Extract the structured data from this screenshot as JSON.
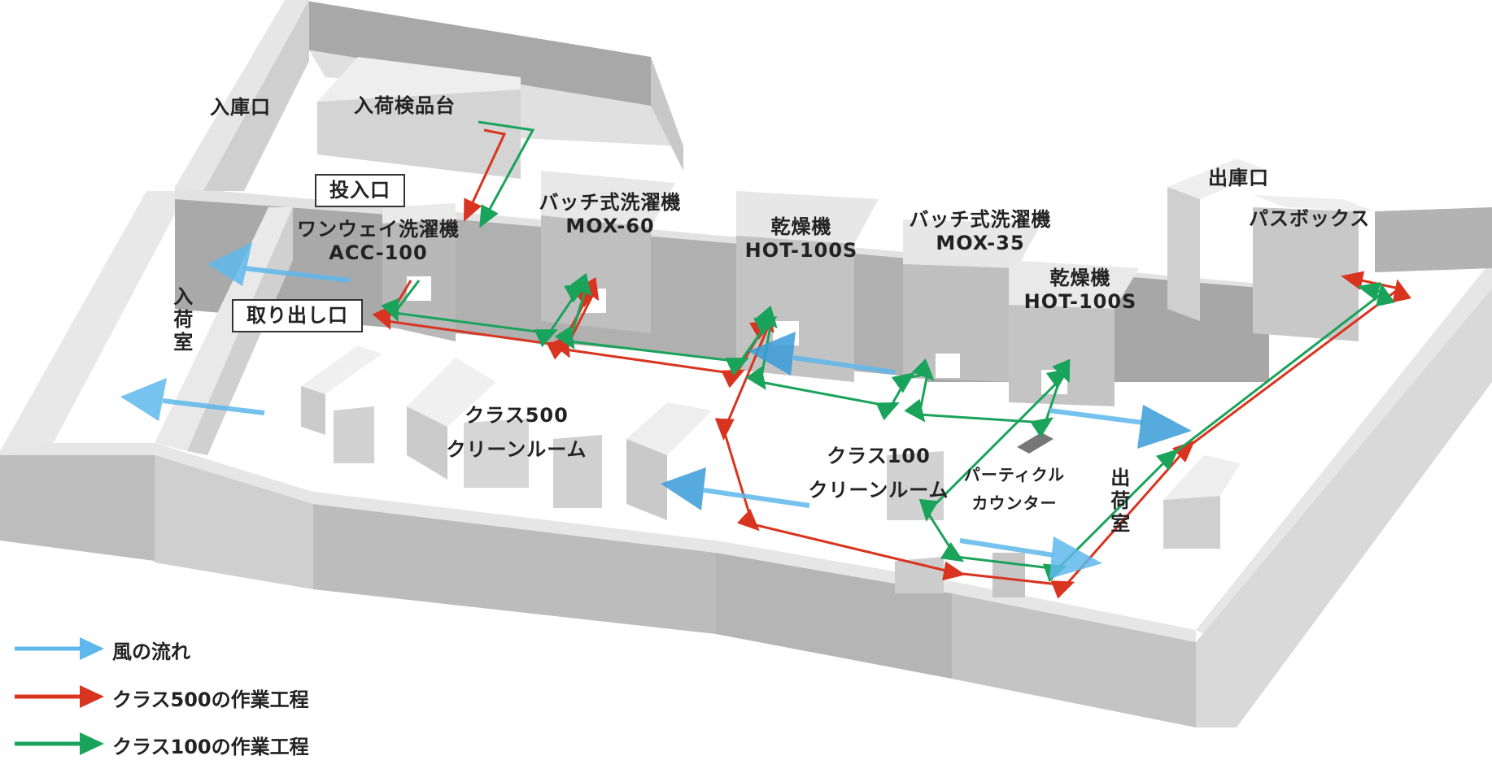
{
  "colors": {
    "wall_top": "#c8c8c8",
    "wall_side": "#aaaaaa",
    "wall_light": "#e4e4e4",
    "floor": "#ffffff",
    "air": "#5fb8ec",
    "air_dark": "#3a9bd8",
    "class500": "#d9341f",
    "class100": "#1aa35a",
    "counter": "#777777"
  },
  "labels": {
    "receiving_door": "入庫口",
    "inspection_table": "入荷検品台",
    "loading_port": "投入口",
    "oneway_washer_line1": "ワンウェイ洗濯機",
    "oneway_washer_line2": "ACC-100",
    "unloading_port": "取り出し口",
    "receiving_room": "入荷室",
    "batch_washer1_line1": "バッチ式洗濯機",
    "batch_washer1_line2": "MOX-60",
    "dryer1_line1": "乾燥機",
    "dryer1_line2": "HOT-100S",
    "batch_washer2_line1": "バッチ式洗濯機",
    "batch_washer2_line2": "MOX-35",
    "dryer2_line1": "乾燥機",
    "dryer2_line2": "HOT-100S",
    "shipping_door": "出庫口",
    "pass_box": "パスボックス",
    "class500_room_line1": "クラス500",
    "class500_room_line2": "クリーンルーム",
    "class100_room_line1": "クラス100",
    "class100_room_line2": "クリーンルーム",
    "particle_counter_line1": "パーティクル",
    "particle_counter_line2": "カウンター",
    "shipping_room": "出荷室"
  },
  "legend": [
    {
      "key": "air",
      "text": "風の流れ"
    },
    {
      "key": "class500",
      "text": "クラス500の作業工程"
    },
    {
      "key": "class100",
      "text": "クラス100の作業工程"
    }
  ]
}
